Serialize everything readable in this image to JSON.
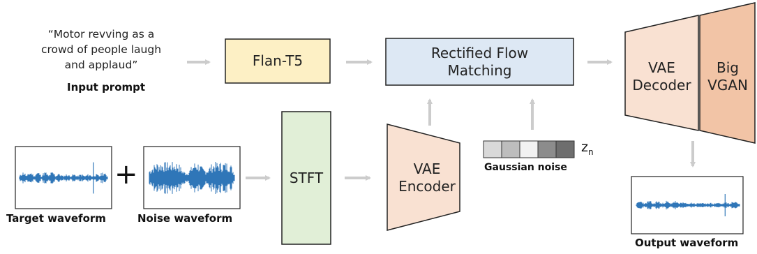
{
  "prompt": {
    "quote_lines": [
      "“Motor revving as a",
      "crowd of people laugh",
      "and applaud”"
    ],
    "label": "Input prompt"
  },
  "text_encoder": {
    "label": "Flan-T5"
  },
  "flow": {
    "lines": [
      "Rectified Flow",
      "Matching"
    ]
  },
  "decoder": {
    "lines": [
      "VAE",
      "Decoder"
    ]
  },
  "vocoder": {
    "lines": [
      "Big",
      "VGAN"
    ]
  },
  "stft": {
    "label": "STFT"
  },
  "encoder": {
    "lines": [
      "VAE",
      "Encoder"
    ]
  },
  "noise": {
    "symbol": "z",
    "subscript": "n",
    "label": "Gaussian noise",
    "cells": [
      "#d9d9d9",
      "#bdbdbd",
      "#f2f2f2",
      "#8c8c8c",
      "#6e6e6e"
    ]
  },
  "waveforms": {
    "target_label": "Target waveform",
    "noise_label": "Noise waveform",
    "output_label": "Output waveform",
    "plus": "+"
  },
  "colors": {
    "flan": "#fdf0c5",
    "flow": "#dde8f4",
    "vae": "#f9e1d2",
    "bigvgan": "#f2c4a6",
    "stft": "#e1efd7",
    "arrow": "#cccccc",
    "wave": "#2f76b8"
  }
}
